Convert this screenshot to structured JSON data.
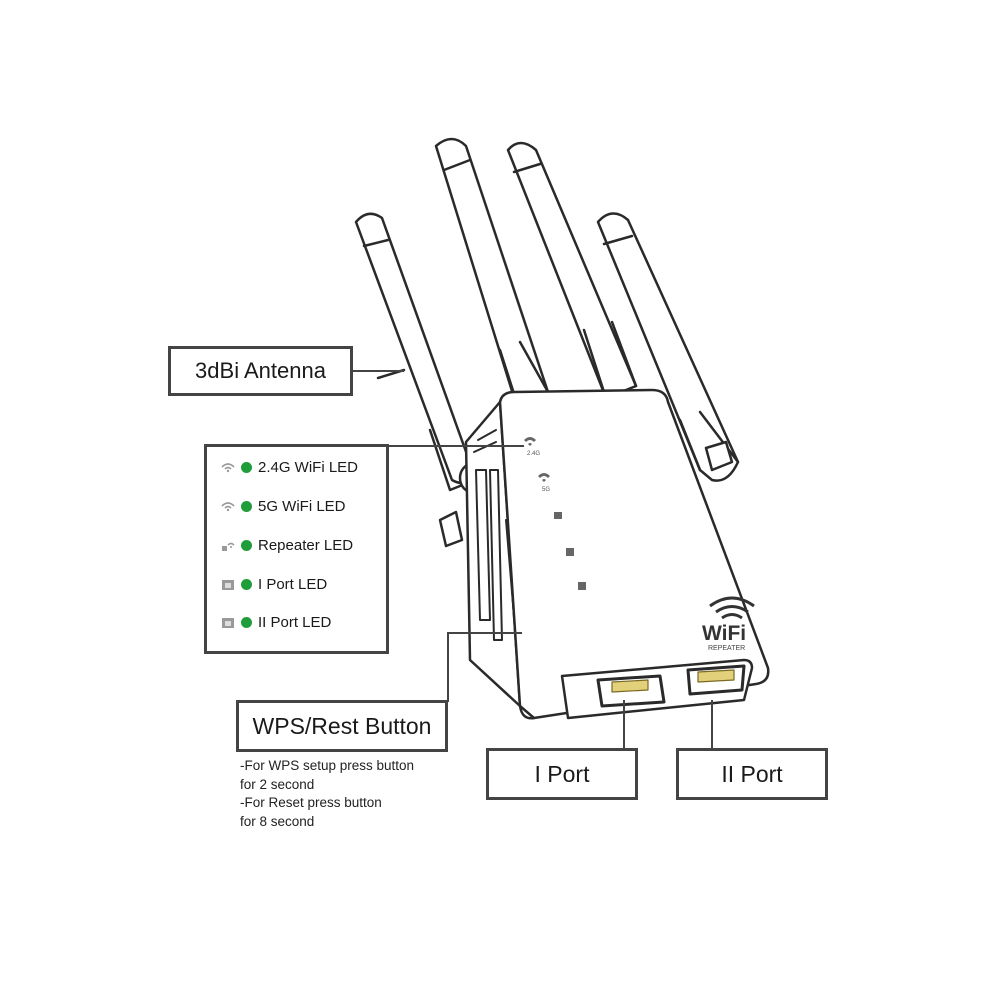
{
  "callouts": {
    "antenna": "3dBi Antenna",
    "wps_button": "WPS/Rest Button",
    "port_1": "I Port",
    "port_2": "II Port"
  },
  "led_legend": [
    {
      "icon": "wifi-icon",
      "label": "2.4G WiFi LED",
      "color": "#1f9d3a"
    },
    {
      "icon": "wifi-icon",
      "label": "5G WiFi LED",
      "color": "#1f9d3a"
    },
    {
      "icon": "repeater-icon",
      "label": "Repeater LED",
      "color": "#1f9d3a"
    },
    {
      "icon": "ethernet-port-icon",
      "label": "I Port LED",
      "color": "#1f9d3a"
    },
    {
      "icon": "ethernet-port-icon",
      "label": "II Port LED",
      "color": "#1f9d3a"
    }
  ],
  "wps_description": [
    "-For WPS setup press button",
    "for 2 second",
    "-For Reset press button",
    "for 8 second"
  ],
  "device": {
    "led_labels": [
      "2.4G",
      "5G"
    ],
    "brand_logo": "WiFi",
    "brand_sub": "REPEATER"
  }
}
